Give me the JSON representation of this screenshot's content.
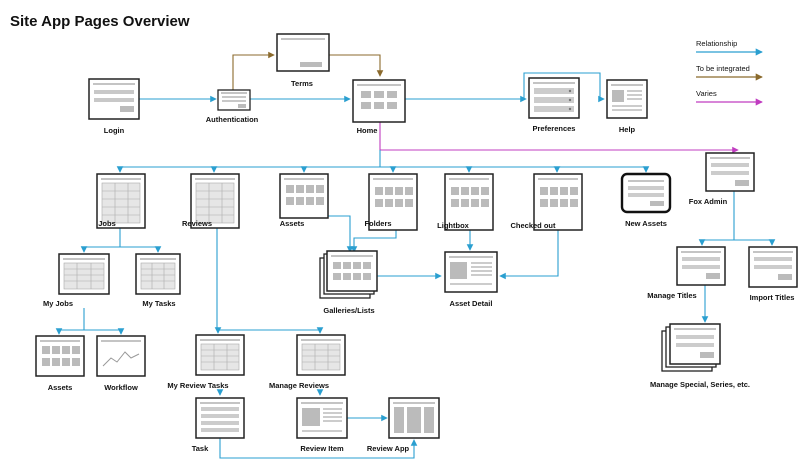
{
  "title": "Site App Pages Overview",
  "legend": [
    {
      "label": "Relationship",
      "color": "#2a9fd0"
    },
    {
      "label": "To be integrated",
      "color": "#8b6a2c"
    },
    {
      "label": "Varies",
      "color": "#c03cc0"
    }
  ],
  "pages": {
    "login": "Login",
    "authentication": "Authentication",
    "terms": "Terms",
    "home": "Home",
    "preferences": "Preferences",
    "help": "Help",
    "jobs": "Jobs",
    "reviews": "Reviews",
    "assets_top": "Assets",
    "folders": "Folders",
    "lightbox": "Lightbox",
    "checked_out": "Checked out",
    "new_assets": "New Assets",
    "fox_admin": "Fox Admin",
    "my_jobs": "My Jobs",
    "my_tasks": "My Tasks",
    "galleries": "Galleries/Lists",
    "asset_detail": "Asset Detail",
    "manage_titles": "Manage Titles",
    "import_titles": "Import Titles",
    "assets_sub": "Assets",
    "workflow": "Workflow",
    "my_review_tasks": "My Review Tasks",
    "manage_reviews": "Manage Reviews",
    "manage_special": "Manage Special, Series, etc.",
    "task": "Task",
    "review_item": "Review Item",
    "review_app": "Review App"
  }
}
